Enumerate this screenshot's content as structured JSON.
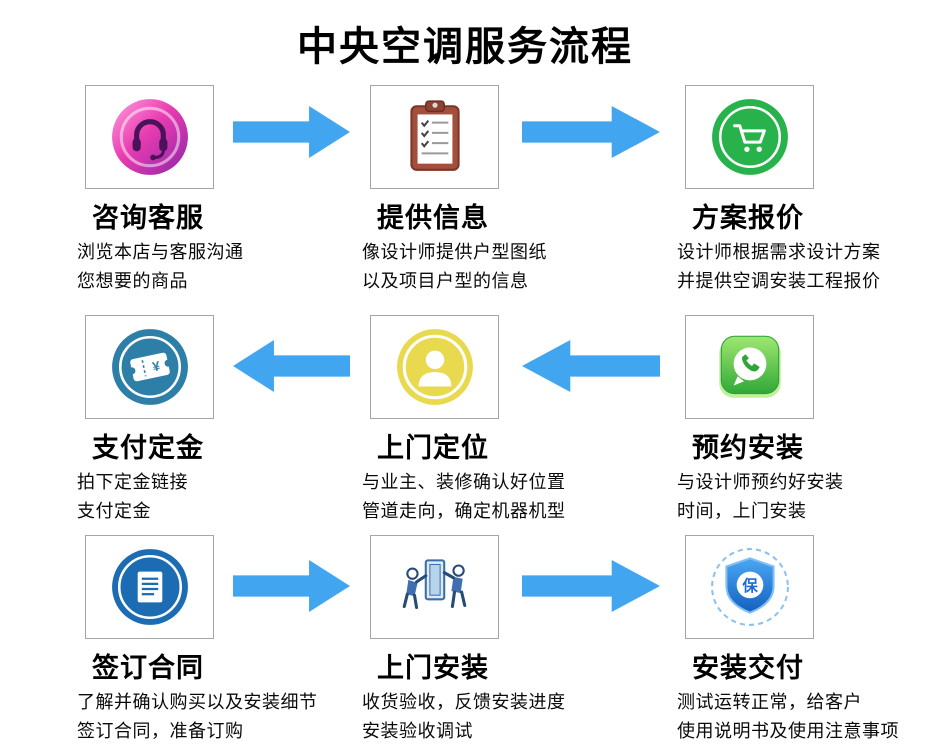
{
  "title": "中央空调服务流程",
  "rows": [
    {
      "direction": "right",
      "steps": [
        {
          "icon": "headset-icon",
          "title": "咨询客服",
          "desc": "浏览本店与客服沟通\n您想要的商品"
        },
        {
          "icon": "clipboard-icon",
          "title": "提供信息",
          "desc": "像设计师提供户型图纸\n以及项目户型的信息"
        },
        {
          "icon": "cart-icon",
          "title": "方案报价",
          "desc": "设计师根据需求设计方案\n并提供空调安装工程报价"
        }
      ]
    },
    {
      "direction": "left",
      "steps": [
        {
          "icon": "ticket-icon",
          "title": "支付定金",
          "desc": "拍下定金链接\n支付定金"
        },
        {
          "icon": "person-icon",
          "title": "上门定位",
          "desc": "与业主、装修确认好位置\n管道走向，确定机器机型"
        },
        {
          "icon": "phone-chat-icon",
          "title": "预约安装",
          "desc": "与设计师预约好安装\n时间，上门安装"
        }
      ]
    },
    {
      "direction": "right",
      "steps": [
        {
          "icon": "contract-icon",
          "title": "签订合同",
          "desc": "了解并确认购买以及安装细节\n签订合同，准备订购"
        },
        {
          "icon": "installers-icon",
          "title": "上门安装",
          "desc": "收货验收，反馈安装进度\n安装验收调试"
        },
        {
          "icon": "shield-icon",
          "title": "安装交付",
          "desc": "测试运转正常，给客户\n使用说明书及使用注意事项"
        }
      ]
    }
  ],
  "icon_labels": {
    "bao": "保",
    "yen": "¥"
  },
  "colors": {
    "arrow": "#42a5f0",
    "card_border": "#a6a6a6",
    "headset_pink": "#e83cb0",
    "headset_purple": "#8e24aa",
    "clipboard_brown": "#a34f3e",
    "cart_green": "#28b24b",
    "whatsapp_green": "#31a837",
    "person_yellow": "#e8d94e",
    "ticket_blue": "#2e7fa8",
    "contract_blue": "#1c6cb4",
    "installer_blue": "#3f6fae",
    "shield_blue": "#1460c0",
    "text": "#000000"
  }
}
